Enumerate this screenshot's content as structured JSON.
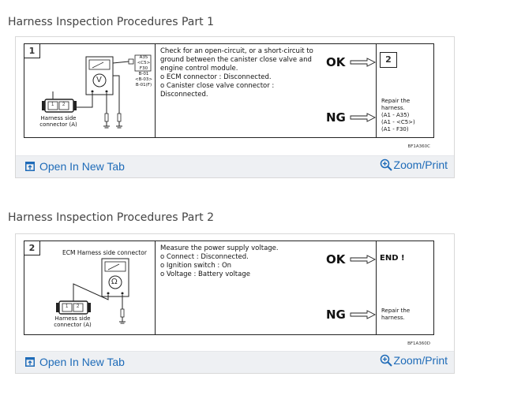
{
  "sections": [
    {
      "title": "Harness Inspection Procedures Part 1",
      "step": "1",
      "procedure_lines": [
        "Check for an open-circuit, or a short-circuit to",
        "ground between the canister close valve and",
        "engine control module.",
        "o ECM connector : Disconnected.",
        "o Canister close valve connector :",
        "   Disconnected."
      ],
      "ok_label": "OK",
      "ng_label": "NG",
      "ok_result": "2",
      "ng_result_lines": [
        "Repair the",
        "harness.",
        "(A1 - A35)",
        "(A1 - <C5>)",
        "(A1 - F30)"
      ],
      "connector_label_lines": [
        "Harness side",
        "connector (A)"
      ],
      "pin_labels": [
        "1",
        "2"
      ],
      "meter_symbol": "V",
      "side_codes": [
        "A35",
        "<C5>",
        "F30",
        "B-01",
        "<B-03>",
        "B-01(F)"
      ],
      "figure_code": "BF1A360C",
      "open_tab_label": "Open In New Tab",
      "zoom_label": "Zoom/Print"
    },
    {
      "title": "Harness Inspection Procedures Part 2",
      "step": "2",
      "procedure_lines": [
        "Measure the power supply voltage.",
        "o Connect : Disconnected.",
        "o Ignition switch : On",
        "o Voltage : Battery voltage"
      ],
      "ok_label": "OK",
      "ng_label": "NG",
      "ok_result": "END !",
      "ng_result_lines": [
        "Repair the",
        "harness."
      ],
      "ecm_label": "ECM Harness side connector",
      "connector_label_lines": [
        "Harness side",
        "connector (A)"
      ],
      "pin_labels": [
        "1",
        "2"
      ],
      "meter_symbol": "Ω",
      "figure_code": "BF1A360D",
      "open_tab_label": "Open In New Tab",
      "zoom_label": "Zoom/Print"
    }
  ],
  "icons": {
    "open_tab": "open-in-new-tab-icon",
    "zoom": "magnifier-plus-icon"
  },
  "colors": {
    "link": "#1e6bb8",
    "footer_bg": "#eef0f3"
  }
}
